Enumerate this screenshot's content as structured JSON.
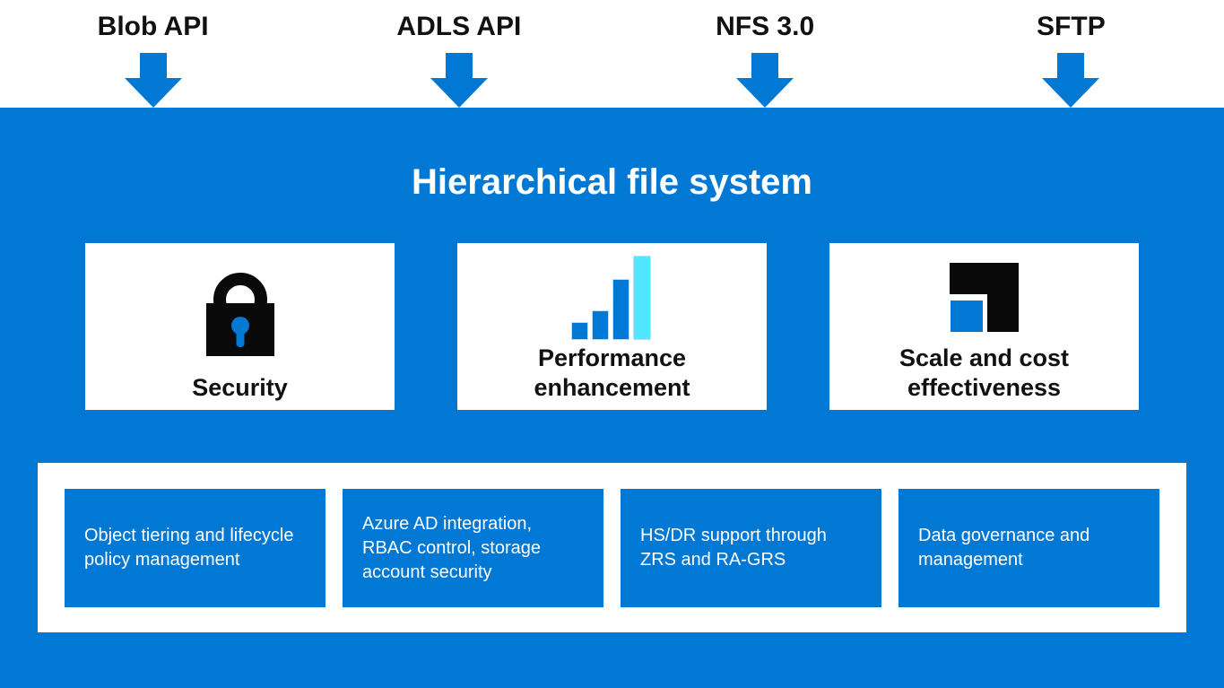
{
  "api_labels": [
    {
      "label": "Blob API"
    },
    {
      "label": "ADLS API"
    },
    {
      "label": "NFS 3.0"
    },
    {
      "label": "SFTP"
    }
  ],
  "panel": {
    "title": "Hierarchical file system"
  },
  "cards": [
    {
      "label": "Security",
      "icon": "lock-icon"
    },
    {
      "label": "Performance enhancement",
      "icon": "bar-chart-icon"
    },
    {
      "label": "Scale and cost effectiveness",
      "icon": "scale-squares-icon"
    }
  ],
  "features": [
    {
      "text": "Object tiering and lifecycle policy management"
    },
    {
      "text": "Azure AD integration, RBAC control, storage account security"
    },
    {
      "text": "HS/DR support through ZRS and RA-GRS"
    },
    {
      "text": "Data governance and management"
    }
  ],
  "colors": {
    "primary_blue": "#0078D4",
    "light_cyan": "#50E6FF",
    "icon_black": "#0A0A0A",
    "text_black": "#111111",
    "background_white": "#FFFFFF"
  }
}
